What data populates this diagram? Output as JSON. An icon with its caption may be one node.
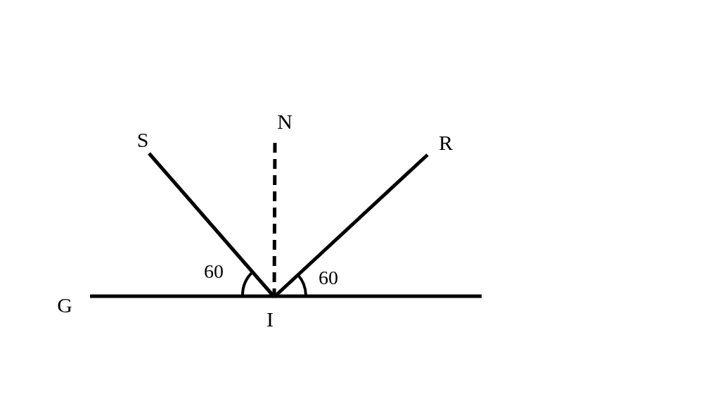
{
  "diagram": {
    "nodes": [
      {
        "text": [
          "S"
        ]
      },
      {
        "text": [
          "N"
        ]
      },
      {
        "text": [
          "R"
        ]
      },
      {
        "text": [
          "G"
        ]
      },
      {
        "text": [
          "I"
        ]
      }
    ],
    "edges": [
      {
        "from": 0,
        "to": 4,
        "arrow": "none"
      },
      {
        "from": 1,
        "to": 4,
        "arrow": "none",
        "style": "dashed"
      },
      {
        "from": 2,
        "to": 4,
        "arrow": "none"
      },
      {
        "from": 3,
        "to": null,
        "arrow": "none"
      }
    ],
    "labels": [
      "60",
      "60"
    ]
  }
}
